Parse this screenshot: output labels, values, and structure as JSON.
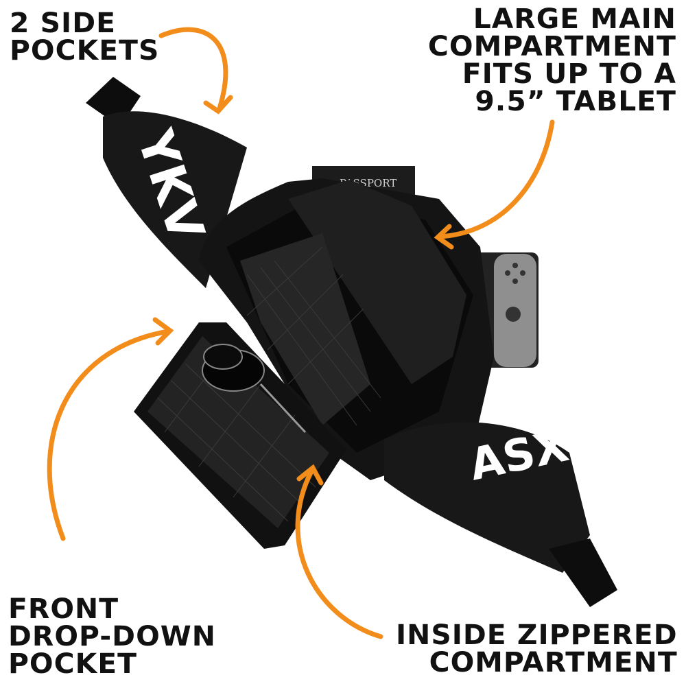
{
  "callouts": {
    "side_pockets": {
      "lines": [
        "2 SIDE",
        "POCKETS"
      ]
    },
    "main_compartment": {
      "lines": [
        "LARGE MAIN",
        "COMPARTMENT",
        "FITS UP TO A",
        "9.5” TABLET"
      ]
    },
    "front_pocket": {
      "lines": [
        "FRONT",
        "DROP-DOWN",
        "POCKET"
      ]
    },
    "inside_compartment": {
      "lines": [
        "INSIDE ZIPPERED",
        "COMPARTMENT"
      ]
    }
  },
  "product_labels": {
    "passport": "PASSPORT",
    "strap_print_left": "YKV",
    "strap_print_right": "ASX."
  },
  "colors": {
    "background": "#ffffff",
    "arrow": "#f28c1a",
    "bag": "#161616",
    "text": "#111111"
  }
}
